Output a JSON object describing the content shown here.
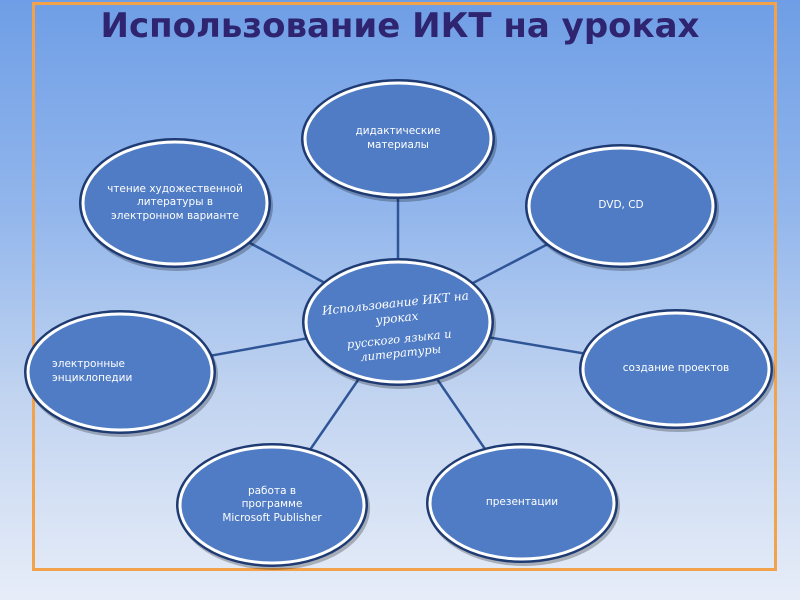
{
  "title": "Использование ИКТ на уроках",
  "colors": {
    "node_fill": "#4f7cc4",
    "node_stroke": "#ffffff",
    "node_outline": "#1f3b73",
    "connector": "#2f5597",
    "title": "#2e2470",
    "frame": "#f2a24a"
  },
  "center": {
    "line1": "Использование ИКТ на уроках",
    "line2": "русского языка и литературы"
  },
  "nodes": [
    {
      "id": "didactic",
      "label": "дидактические материалы"
    },
    {
      "id": "dvd",
      "label": "DVD, CD"
    },
    {
      "id": "projects",
      "label": "создание проектов"
    },
    {
      "id": "presentations",
      "label": "презентации"
    },
    {
      "id": "publisher",
      "label": "работа в программе Microsoft Publisher"
    },
    {
      "id": "encyclopedias",
      "label": "электронные энциклопедии"
    },
    {
      "id": "reading",
      "label": "чтение художественной литературы в электронном варианте"
    }
  ]
}
